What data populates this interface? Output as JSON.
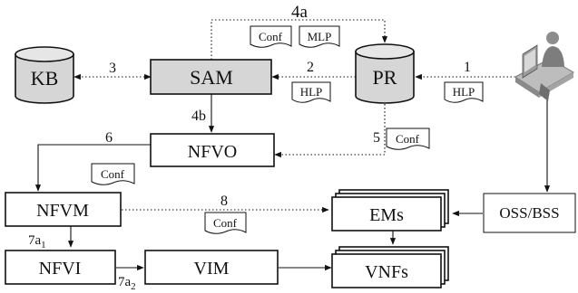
{
  "nodes": {
    "kb": "KB",
    "sam": "SAM",
    "pr": "PR",
    "nfvo": "NFVO",
    "nfvm": "NFVM",
    "nfvi": "NFVI",
    "vim": "VIM",
    "ems": "EMs",
    "vnfs": "VNFs",
    "oss_bss": "OSS/BSS"
  },
  "edges": {
    "e1": "1",
    "e2": "2",
    "e3": "3",
    "e4a": "4a",
    "e4b": "4b",
    "e5": "5",
    "e6": "6",
    "e7a1_main": "7a",
    "e7a1_sub": "1",
    "e7a2_main": "7a",
    "e7a2_sub": "2",
    "e8": "8"
  },
  "documents": {
    "hlp_1": "HLP",
    "hlp_2": "HLP",
    "conf_4a": "Conf",
    "mlp_4a": "MLP",
    "conf_5": "Conf",
    "conf_6": "Conf",
    "conf_8": "Conf"
  },
  "icons": {
    "user": "user-at-computer-icon"
  }
}
